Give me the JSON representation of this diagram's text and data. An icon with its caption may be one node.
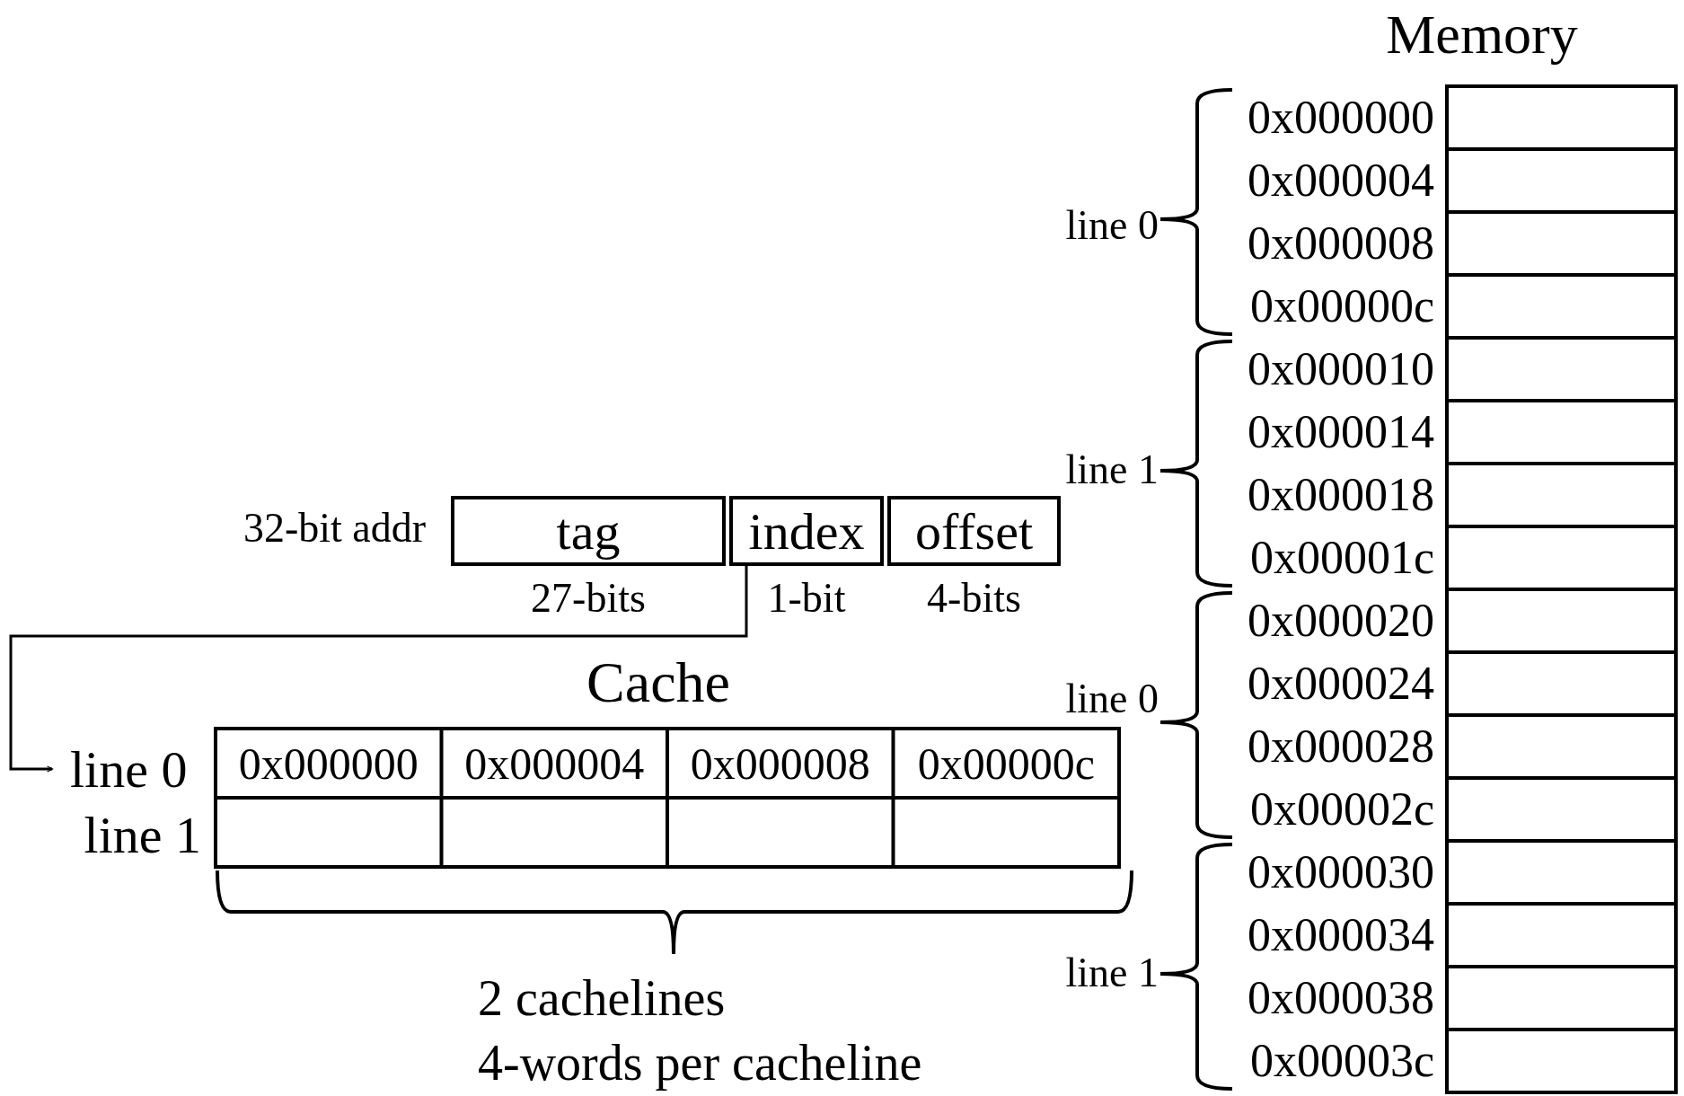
{
  "diagram": {
    "nodes": [
      {
        "text": [
          "tag"
        ],
        "beside": [
          "27-bits"
        ]
      },
      {
        "text": [
          "index"
        ],
        "beside": [
          "1-bit"
        ]
      },
      {
        "text": [
          "offset"
        ],
        "beside": [
          "4-bits"
        ]
      },
      {
        "text": [
          "line 0"
        ]
      }
    ],
    "edges": [
      {
        "from": 1,
        "to": 3,
        "arrow": "to"
      }
    ],
    "labels": [
      "Memory",
      "0x000000",
      "0x000004",
      "line 0",
      "0x000008",
      "0x00000c",
      "0x000010",
      "0x000014",
      "line 1",
      "0x000018",
      "0x00001c",
      "0x000020",
      "0x000024",
      "line 0",
      "0x000028",
      "0x00002c",
      "0x000030",
      "0x000034",
      "line 1",
      "0x000038",
      "0x00003c",
      "32-bit addr",
      "Cache",
      "line 1",
      "0x000000",
      "0x000004",
      "0x000008",
      "0x00000c",
      "2 cachelines",
      "4-words per cacheline"
    ]
  }
}
